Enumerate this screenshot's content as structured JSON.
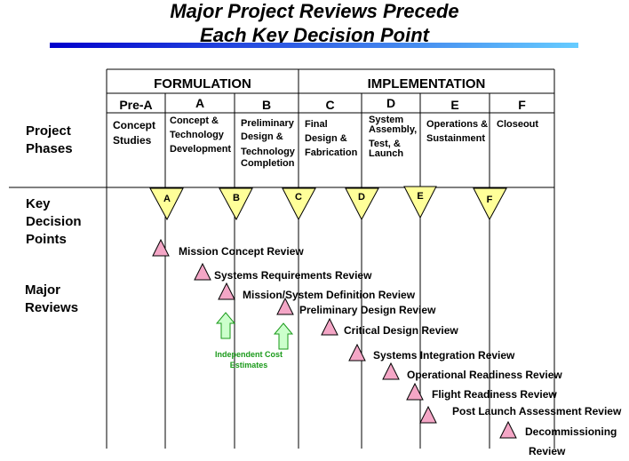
{
  "title": {
    "line1": "Major Project Reviews Precede",
    "line2": "Each Key Decision Point"
  },
  "headers": {
    "formulation": "FORMULATION",
    "implementation": "IMPLEMENTATION"
  },
  "phases": [
    {
      "letter": "Pre-A",
      "desc": [
        "Concept",
        "Studies"
      ]
    },
    {
      "letter": "A",
      "desc": [
        "Concept &",
        "Technology",
        "Development"
      ]
    },
    {
      "letter": "B",
      "desc": [
        "Preliminary",
        "Design &",
        "Technology",
        "Completion"
      ]
    },
    {
      "letter": "C",
      "desc": [
        "Final",
        "Design &",
        "Fabrication"
      ]
    },
    {
      "letter": "D",
      "desc": [
        "System",
        "Assembly,",
        "Test, &",
        "Launch"
      ]
    },
    {
      "letter": "E",
      "desc": [
        "Operations &",
        "Sustainment"
      ]
    },
    {
      "letter": "F",
      "desc": [
        "Closeout"
      ]
    }
  ],
  "row_labels": {
    "project_phases": [
      "Project",
      "Phases"
    ],
    "kdp": [
      "Key",
      "Decision",
      "Points"
    ],
    "major_reviews": [
      "Major",
      "Reviews"
    ]
  },
  "kdps": [
    "A",
    "B",
    "C",
    "D",
    "E",
    "F"
  ],
  "reviews": [
    "Mission Concept Review",
    "Systems Requirements Review",
    "Mission/System Definition Review",
    "Preliminary Design Review",
    "Critical Design Review",
    "Systems Integration Review",
    "Operational Readiness  Review",
    "Flight Readiness  Review",
    "Post Launch Assessment  Review",
    "Decommissioning",
    "Review"
  ],
  "independent_cost": [
    "Independent Cost",
    "Estimates"
  ],
  "colors": {
    "kdp_fill": "#ffff99",
    "review_fill": "#f4a6c6",
    "arrow_fill": "#ccffcc",
    "arrow_stroke": "#1a9a1a",
    "cost_text": "#1a9a1a",
    "bar_dark": "#0000cc",
    "bar_light": "#66ccff"
  }
}
